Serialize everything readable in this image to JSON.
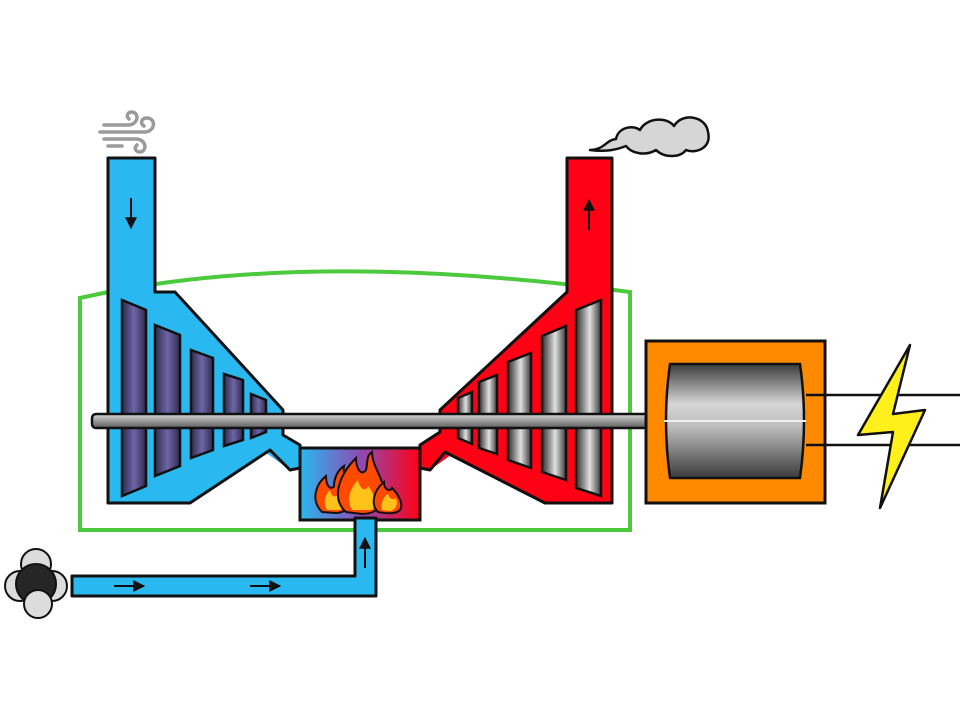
{
  "colors": {
    "cold_air": "#29b8ef",
    "hot_gas": "#ff0014",
    "enclosure": "#4cc93c",
    "generator_housing": "#ff8a00",
    "lightning": "#ffef1a",
    "stroke": "#111111",
    "compressor_blade_dark": "#3a3560",
    "compressor_blade_light": "#7a70b0",
    "turbine_blade_dark": "#3a3a3a",
    "turbine_blade_light": "#d8d8d8"
  },
  "icons": {
    "air_intake": "wind-icon",
    "exhaust": "smoke-cloud-icon",
    "fuel": "methane-molecule-icon",
    "combustion": "flame-icon",
    "electricity": "lightning-bolt-icon"
  },
  "components": [
    "air-intake",
    "compressor",
    "combustion-chamber",
    "turbine",
    "exhaust-stack",
    "shaft",
    "generator",
    "fuel-line",
    "power-output"
  ]
}
